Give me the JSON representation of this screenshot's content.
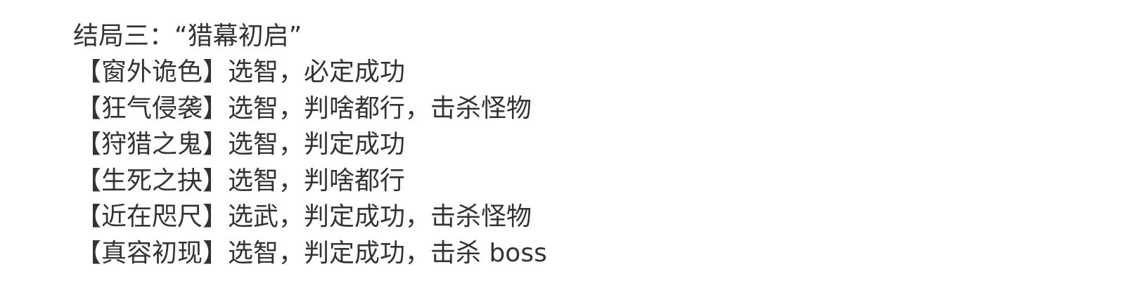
{
  "document": {
    "title": "结局三：“猎幕初启”",
    "lines": [
      {
        "text": "【窗外诡色】选智，必定成功"
      },
      {
        "text": "【狂气侵袭】选智，判啥都行，击杀怪物"
      },
      {
        "text": "【狩猎之鬼】选智，判定成功"
      },
      {
        "text": "【生死之抉】选智，判啥都行"
      },
      {
        "text": "【近在咫尺】选武，判定成功，击杀怪物"
      },
      {
        "text": "【真容初现】选智，判定成功，击杀 boss"
      }
    ]
  },
  "colors": {
    "text": "#333333",
    "background": "#ffffff"
  }
}
